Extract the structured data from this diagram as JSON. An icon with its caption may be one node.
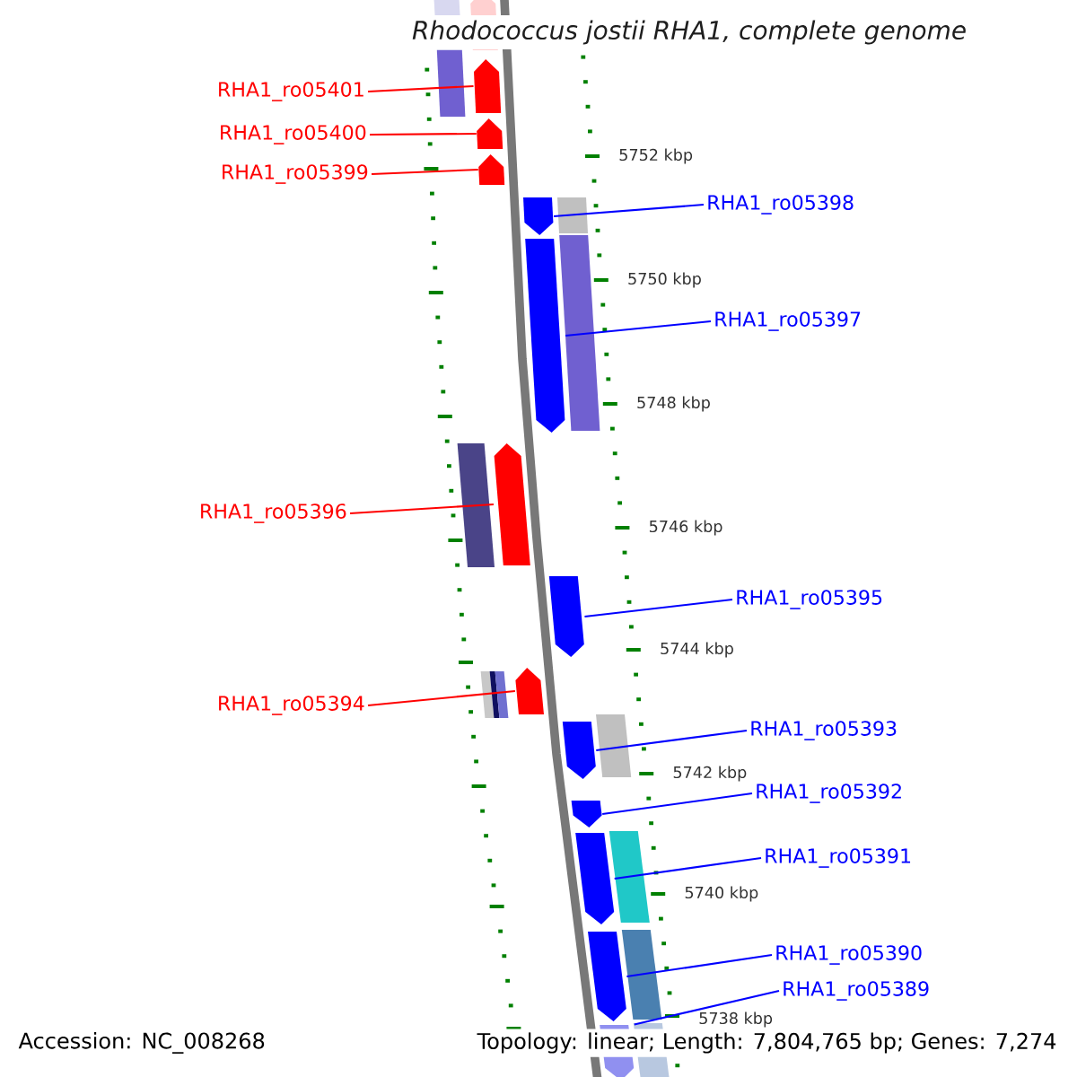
{
  "diagram": {
    "title": "Rhodococcus jostii RHA1, complete genome",
    "nodes": [
      {
        "text": [
          "RHA1_ro05401"
        ]
      },
      {
        "text": [],
        "shape": "arrow"
      },
      {
        "text": [
          "RHA1_ro05400"
        ]
      },
      {
        "text": [],
        "shape": "arrow"
      },
      {
        "text": [
          "RHA1_ro05399"
        ]
      },
      {
        "text": [],
        "shape": "arrow"
      },
      {
        "text": [
          "RHA1_ro05398"
        ]
      },
      {
        "text": [],
        "shape": "arrow"
      },
      {
        "text": [
          "RHA1_ro05397"
        ]
      },
      {
        "text": [],
        "shape": "arrow"
      },
      {
        "text": [
          "RHA1_ro05396"
        ]
      },
      {
        "text": [],
        "shape": "arrow"
      },
      {
        "text": [
          "RHA1_ro05395"
        ]
      },
      {
        "text": [],
        "shape": "arrow"
      },
      {
        "text": [
          "RHA1_ro05394"
        ]
      },
      {
        "text": [],
        "shape": "arrow"
      },
      {
        "text": [
          "RHA1_ro05393"
        ]
      },
      {
        "text": [],
        "shape": "arrow"
      },
      {
        "text": [
          "RHA1_ro05392"
        ]
      },
      {
        "text": [],
        "shape": "arrow"
      },
      {
        "text": [
          "RHA1_ro05391"
        ]
      },
      {
        "text": [],
        "shape": "arrow"
      },
      {
        "text": [
          "RHA1_ro05390"
        ]
      },
      {
        "text": [],
        "shape": "arrow"
      },
      {
        "text": [
          "RHA1_ro05389"
        ]
      },
      {
        "text": [],
        "shape": "arrow"
      },
      {
        "text": [],
        "shape": "arrow"
      },
      {
        "text": [],
        "shape": "bar"
      },
      {
        "text": [],
        "shape": "bar"
      },
      {
        "text": [],
        "shape": "bar"
      },
      {
        "text": [],
        "shape": "bar"
      },
      {
        "text": [],
        "shape": "bar"
      },
      {
        "text": [],
        "shape": "bar"
      },
      {
        "text": [],
        "shape": "bar"
      },
      {
        "text": [],
        "shape": "bar"
      },
      {
        "text": [],
        "shape": "bar"
      },
      {
        "text": [],
        "shape": "bar"
      }
    ],
    "edges": [
      {
        "from": 0,
        "to": 1,
        "arrow": "none",
        "color": "#ff0000"
      },
      {
        "from": 2,
        "to": 3,
        "arrow": "none",
        "color": "#ff0000"
      },
      {
        "from": 4,
        "to": 5,
        "arrow": "none",
        "color": "#ff0000"
      },
      {
        "from": 6,
        "to": 7,
        "arrow": "none"
      },
      {
        "from": 8,
        "to": 9,
        "arrow": "none"
      },
      {
        "from": 10,
        "to": 11,
        "arrow": "none",
        "color": "#ff0000"
      },
      {
        "from": 12,
        "to": 13,
        "arrow": "none"
      },
      {
        "from": 14,
        "to": 15,
        "arrow": "none",
        "color": "#ff0000"
      },
      {
        "from": 16,
        "to": 17,
        "arrow": "none"
      },
      {
        "from": 18,
        "to": 19,
        "arrow": "none"
      },
      {
        "from": 20,
        "to": 21,
        "arrow": "none"
      },
      {
        "from": 22,
        "to": 23,
        "arrow": "none"
      },
      {
        "from": 24,
        "to": 25,
        "arrow": "none"
      }
    ],
    "labels": [
      "5752 kbp",
      "5750 kbp",
      "5748 kbp",
      "5746 kbp",
      "5744 kbp",
      "5742 kbp",
      "5740 kbp",
      "5738 kbp",
      "Accession: NC_008268",
      "Topology: linear; Length: 7,804,765 bp; Genes: 7,274"
    ]
  }
}
